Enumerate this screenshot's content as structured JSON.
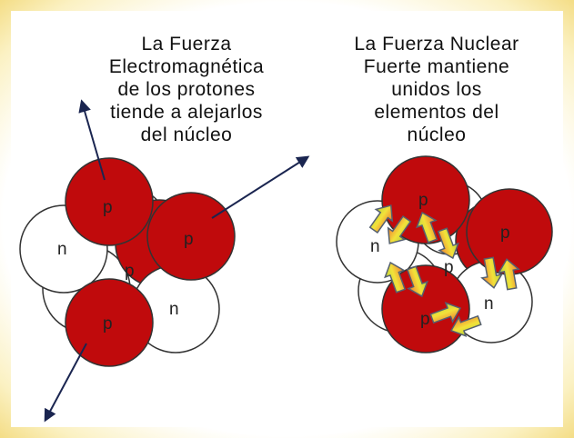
{
  "left_caption": {
    "lines": [
      "La Fuerza",
      "Electromagnética",
      "de los protones",
      "tiende a alejarlos",
      "del núcleo"
    ]
  },
  "right_caption": {
    "lines": [
      "La Fuerza Nuclear",
      "Fuerte mantiene",
      "unidos los",
      "elementos del",
      "núcleo"
    ]
  },
  "labels": {
    "proton": "p",
    "neutron": "n"
  },
  "colors": {
    "proton": "#c00a0c",
    "neutron": "#ffffff",
    "arrow": "#1a2550",
    "frame": "#f4dd86"
  }
}
